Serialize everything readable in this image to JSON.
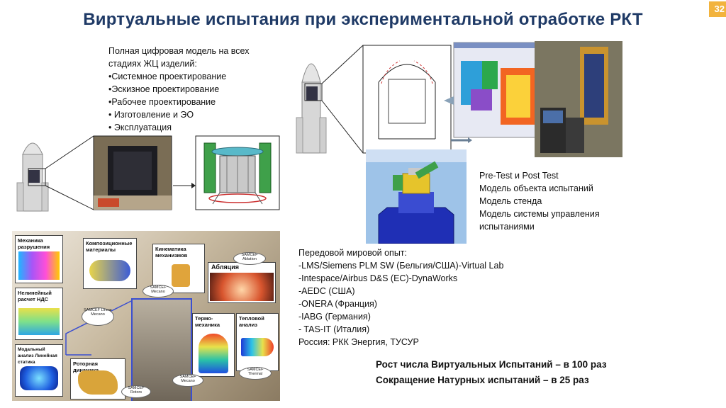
{
  "header": {
    "title": "Виртуальные  испытания при  экспериментальной отработке РКТ",
    "page_number": "32"
  },
  "digital_model": {
    "lines": [
      "Полная цифровая модель  на всех",
      "стадиях ЖЦ изделий:",
      "•Системное проектирование",
      "•Эскизное проектирование",
      "•Рабочее проектирование",
      "• Изготовление и ЭО",
      "• Эксплуатация"
    ]
  },
  "tests": {
    "lines": [
      "Pre-Test и Post Test",
      "Модель объекта испытаний",
      "Модель стенда",
      "Модель системы управления",
      "испытаниями"
    ]
  },
  "experience": {
    "lines": [
      "Передовой  мировой опыт:",
      "-LMS/Siemens PLM SW  (Бельгия/США)-Virtual Lab",
      "-Intespace/Airbus D&S (ЕС)-DynaWorks",
      "-AEDC (США)",
      "-ONERA (Франция)",
      "-IABG (Германия)",
      "-  TAS-IT (Италия)",
      "Россия: РКК Энергия, ТУСУР"
    ]
  },
  "summary": {
    "line1": "Рост числа Виртуальных Испытаний – в 100 раз",
    "line2": "Сокращение Натурных испытаний – в 25 раз"
  },
  "collage": {
    "labels": {
      "fracture": "Механика разрушения",
      "composite": "Композиционные материалы",
      "kinematics": "Кинематика механизмов",
      "ablation": "Абляция",
      "nonlinear": "Нелинейный расчет НДС",
      "thermomech": "Термо- механика",
      "thermal": "Тепловой анализ",
      "modal": "Модальный анализ Линейная статика",
      "rotor": "Роторная динамика"
    },
    "tags": {
      "ablation_tag": "SAMCEF Ablation",
      "mecano_tag": "SAMCEF Mecano",
      "linear_tag": "SAMCEF Linear Mecano",
      "mecano_tag2": "SAMCEF Mecano",
      "thermal_tag": "SAMCEF Thermal",
      "rotor_tag": "SAMCEF Rotors"
    }
  },
  "colors": {
    "title": "#1f3a66",
    "accent": "#f2b33d"
  }
}
